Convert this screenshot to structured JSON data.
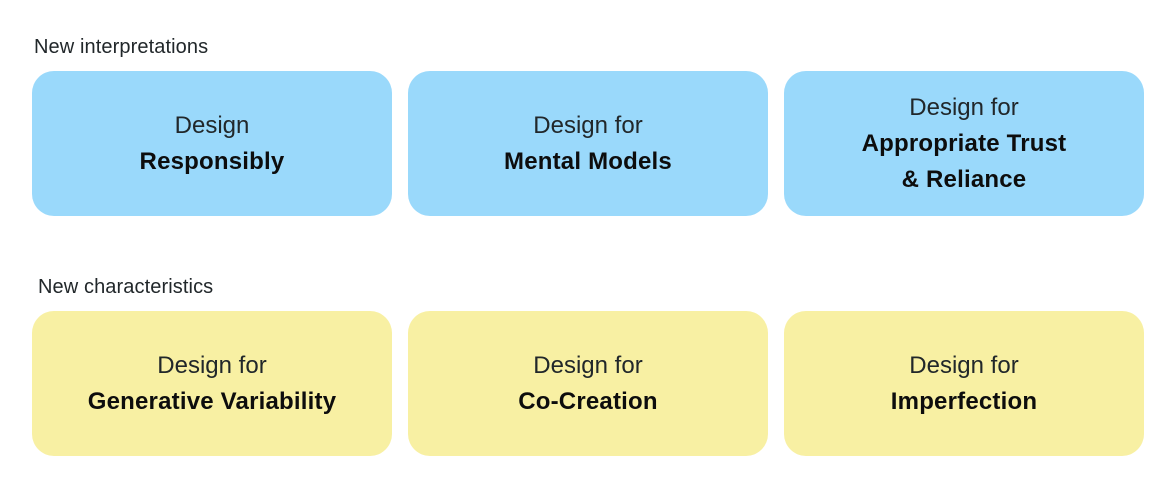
{
  "colors": {
    "background": "#ffffff",
    "interpretations_card": "#9ad9fb",
    "characteristics_card": "#f8f0a3",
    "label_text": "#21272a",
    "card_intro_text": "#21272a",
    "card_title_text": "#0d0d0d"
  },
  "sections": [
    {
      "label": "New interpretations",
      "card_color": "#9ad9fb",
      "cards": [
        {
          "intro": "Design",
          "title_lines": [
            "Responsibly"
          ]
        },
        {
          "intro": "Design for",
          "title_lines": [
            "Mental Models"
          ]
        },
        {
          "intro": "Design for",
          "title_lines": [
            "Appropriate Trust",
            "& Reliance"
          ]
        }
      ]
    },
    {
      "label": "New characteristics",
      "card_color": "#f8f0a3",
      "cards": [
        {
          "intro": "Design for",
          "title_lines": [
            "Generative Variability"
          ]
        },
        {
          "intro": "Design for",
          "title_lines": [
            "Co-Creation"
          ]
        },
        {
          "intro": "Design for",
          "title_lines": [
            "Imperfection"
          ]
        }
      ]
    }
  ]
}
